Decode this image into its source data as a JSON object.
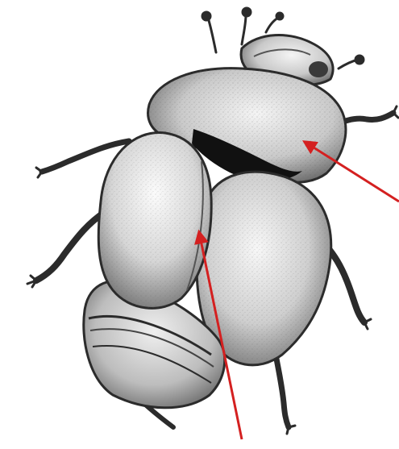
{
  "figure": {
    "subject": "beetle-illustration",
    "style": "pencil-stipple-drawing",
    "arrows": [
      {
        "name": "pronotum-pointer-arrow",
        "color": "#d42020"
      },
      {
        "name": "elytron-pointer-arrow",
        "color": "#d42020"
      }
    ],
    "colors": {
      "ink": "#2b2b2b",
      "shade": "#7a7a7a",
      "paper": "#ffffff",
      "arrow": "#d42020"
    }
  }
}
